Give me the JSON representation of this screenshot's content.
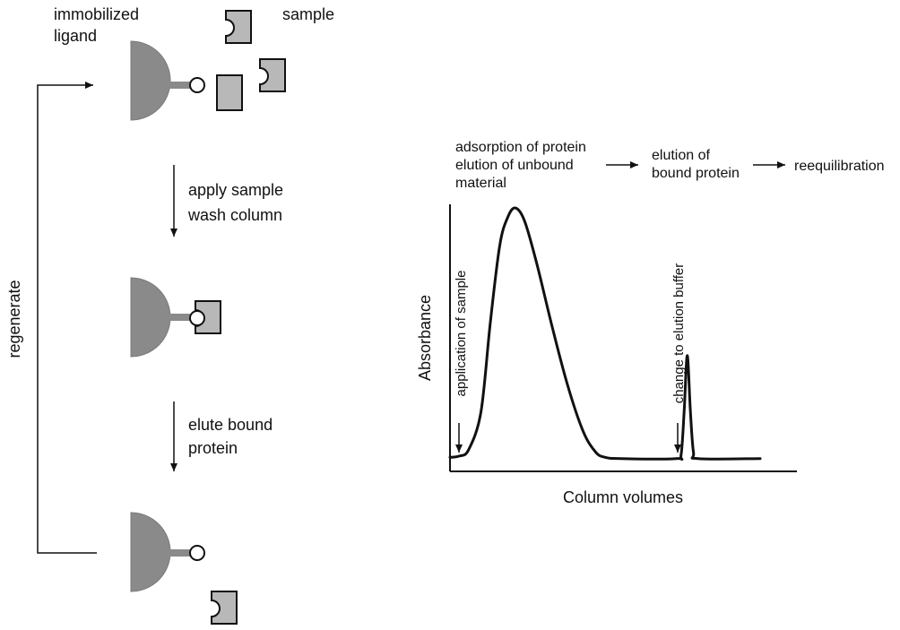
{
  "diagram": {
    "labels": {
      "immobilized_line1": "immobilized",
      "immobilized_line2": "ligand",
      "sample": "sample",
      "step1_line1": "apply sample",
      "step1_line2": "wash column",
      "step2_line1": "elute bound",
      "step2_line2": "protein",
      "regenerate": "regenerate"
    }
  },
  "chart": {
    "phases": {
      "phase1_line1": "adsorption of protein",
      "phase1_line2": "elution of unbound",
      "phase1_line3": "material",
      "phase2_line1": "elution of",
      "phase2_line2": "bound protein",
      "phase3": "reequilibration"
    },
    "annotations": {
      "application": "application of sample",
      "change": "change to elution buffer"
    }
  },
  "chart_data": {
    "type": "line",
    "title": "",
    "xlabel": "Column volumes",
    "ylabel": "Absorbance",
    "grid": false,
    "series": [
      {
        "values": [
          [
            0,
            0.02
          ],
          [
            0.03,
            0.025
          ],
          [
            0.06,
            0.05
          ],
          [
            0.1,
            0.2
          ],
          [
            0.13,
            0.55
          ],
          [
            0.16,
            0.85
          ],
          [
            0.185,
            0.96
          ],
          [
            0.21,
            1.0
          ],
          [
            0.24,
            0.95
          ],
          [
            0.28,
            0.78
          ],
          [
            0.33,
            0.53
          ],
          [
            0.38,
            0.3
          ],
          [
            0.43,
            0.12
          ],
          [
            0.47,
            0.04
          ],
          [
            0.5,
            0.02
          ],
          [
            0.55,
            0.015
          ],
          [
            0.73,
            0.015
          ],
          [
            0.745,
            0.03
          ],
          [
            0.755,
            0.2
          ],
          [
            0.765,
            0.42
          ],
          [
            0.775,
            0.2
          ],
          [
            0.785,
            0.04
          ],
          [
            0.8,
            0.015
          ],
          [
            1.0,
            0.015
          ]
        ]
      }
    ]
  }
}
